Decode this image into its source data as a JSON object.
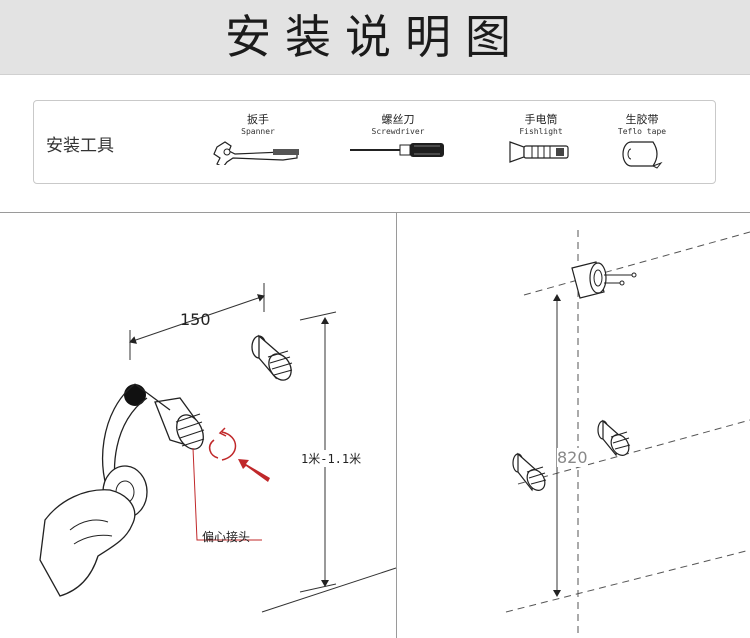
{
  "header": {
    "title": "安装说明图"
  },
  "tools": {
    "section_label": "安装工具",
    "items": [
      {
        "name_cn": "扳手",
        "name_en": "Spanner",
        "icon": "spanner-icon"
      },
      {
        "name_cn": "螺丝刀",
        "name_en": "Screwdriver",
        "icon": "screwdriver-icon"
      },
      {
        "name_cn": "手电筒",
        "name_en": "Fishlight",
        "icon": "flashlight-icon"
      },
      {
        "name_cn": "生胶带",
        "name_en": "Teflo tape",
        "icon": "tape-roll-icon"
      }
    ]
  },
  "left_panel": {
    "spacing_label": "150",
    "height_label": "1米-1.1米",
    "callout_label": "偏心接头"
  },
  "right_panel": {
    "height_label": "820"
  },
  "colors": {
    "banner": "#e3e3e3",
    "arrow": "#c0282a",
    "line": "#222222"
  }
}
